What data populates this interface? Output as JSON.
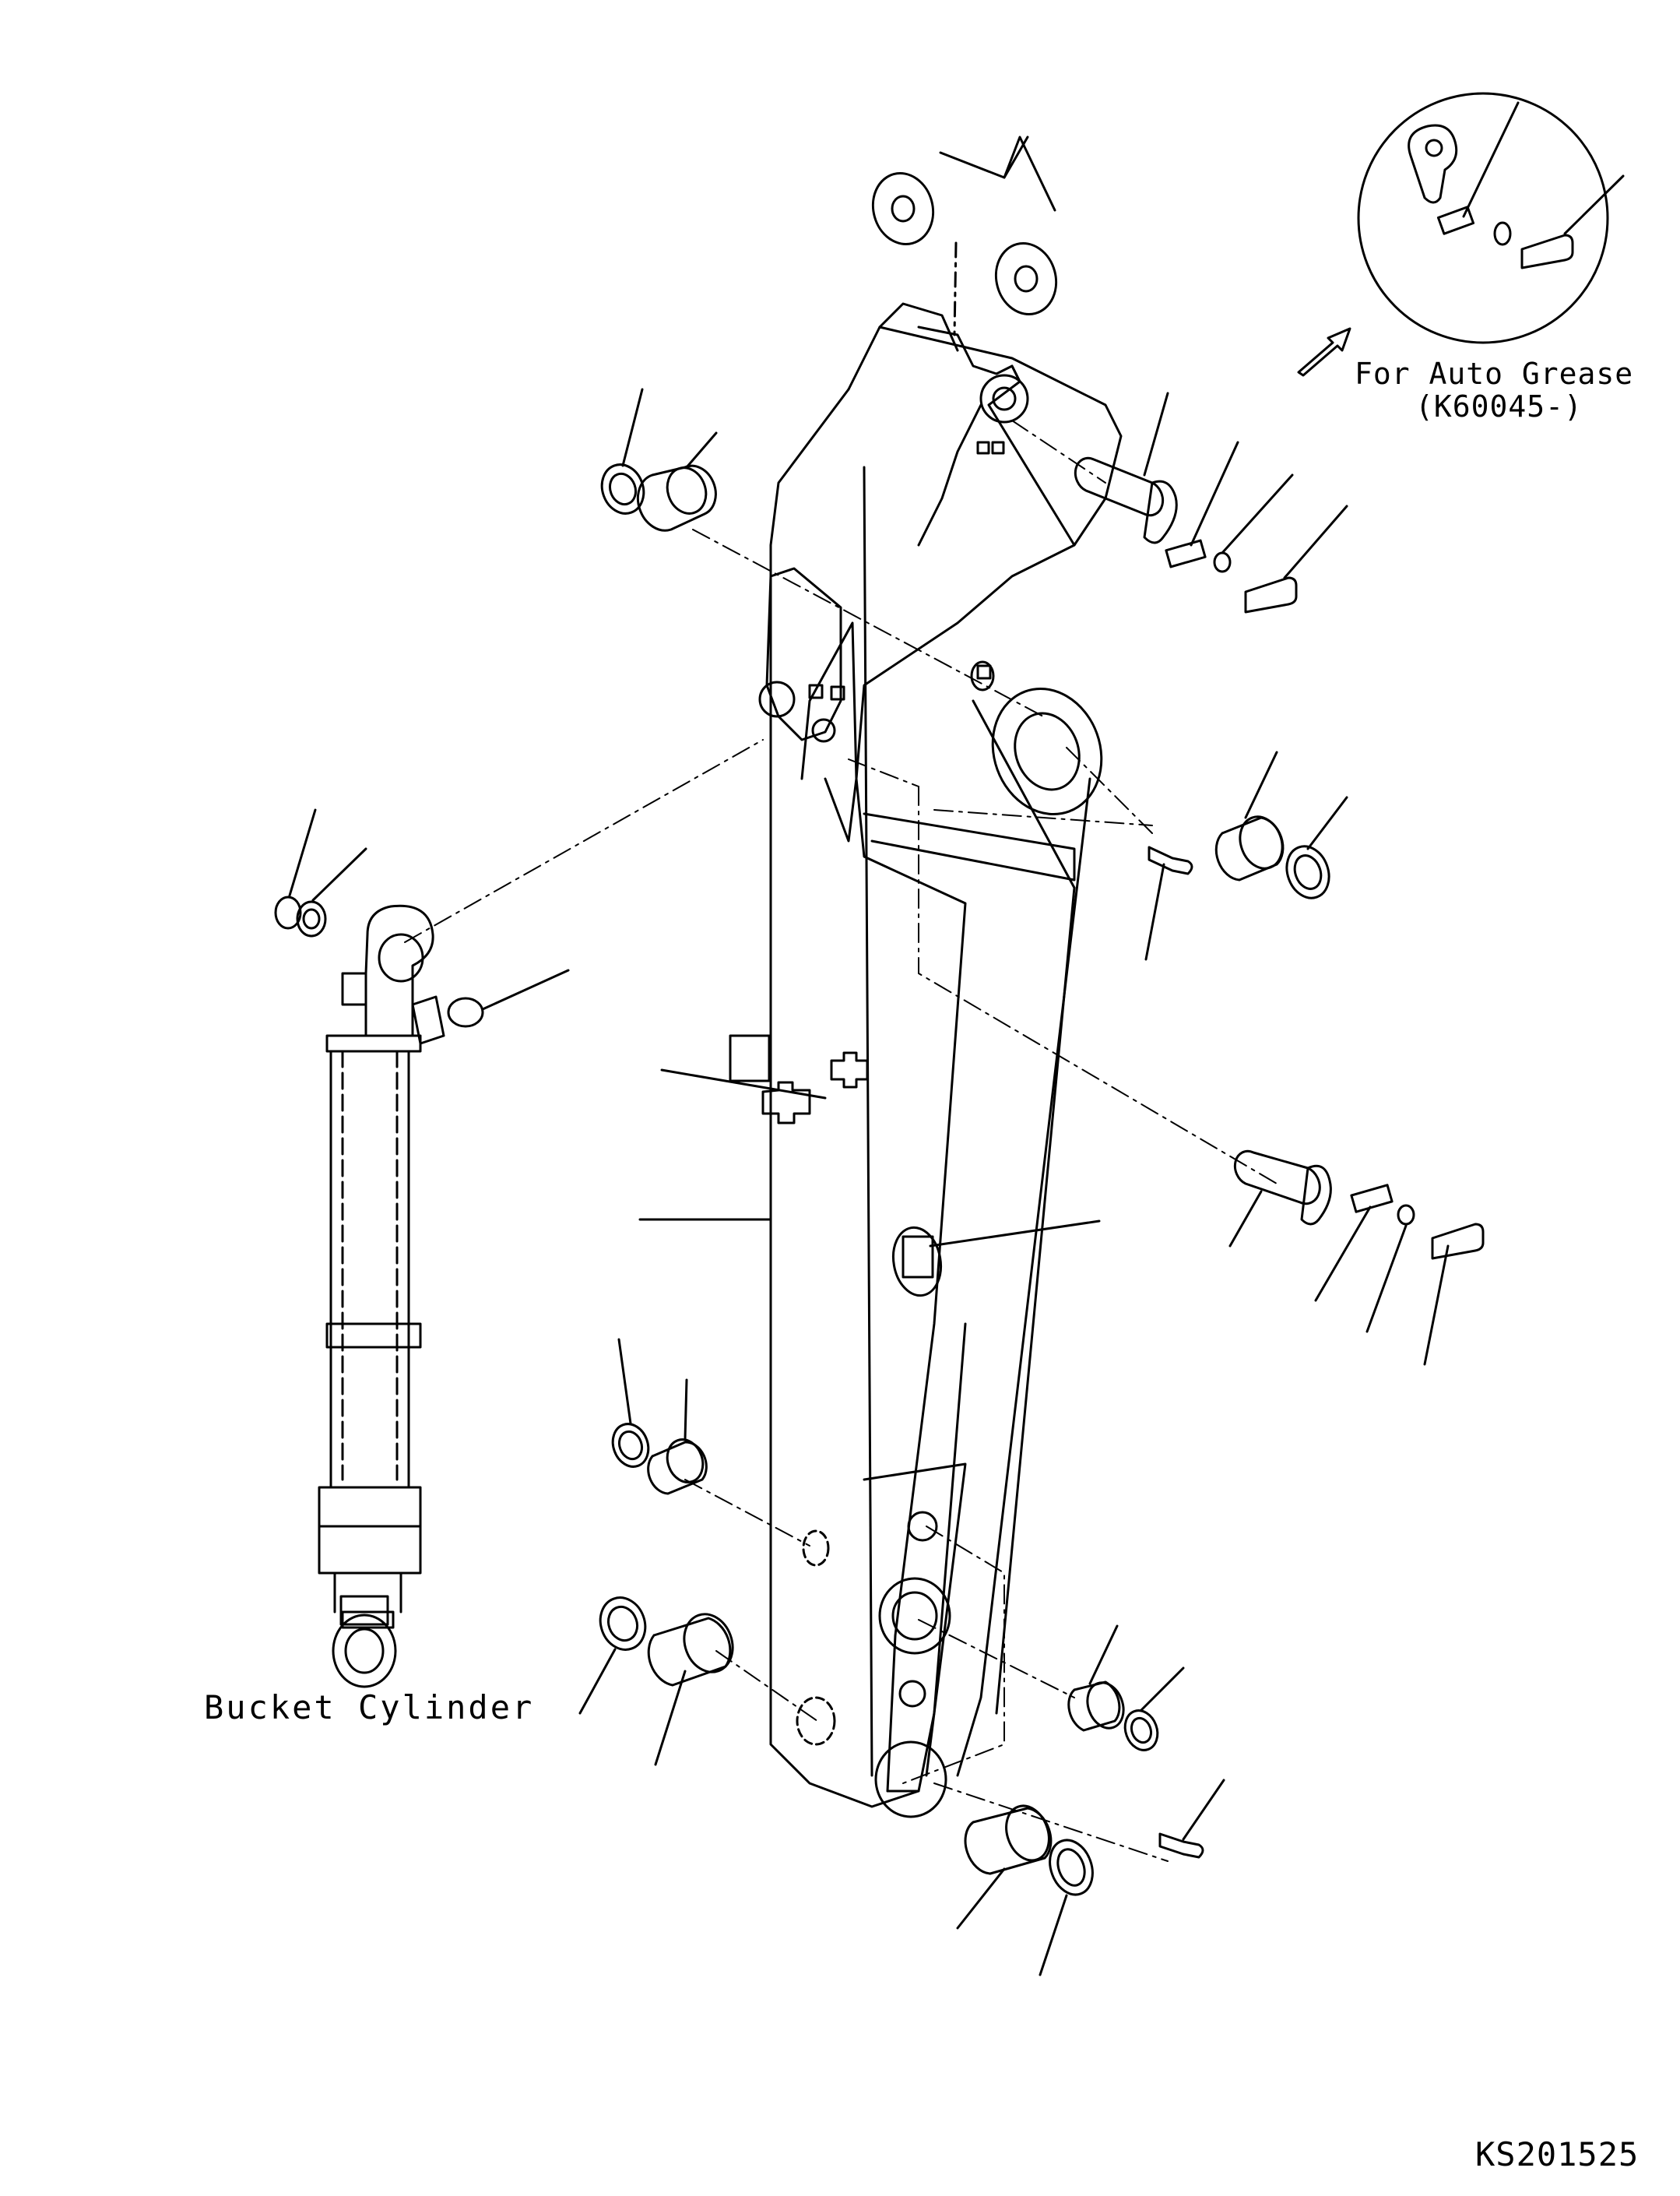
{
  "labels": {
    "auto_grease_line1": "For Auto Grease",
    "auto_grease_line2": "(K60045-)",
    "bucket_cylinder": "Bucket Cylinder",
    "drawing_code": "KS201525"
  },
  "colors": {
    "line": "#000000",
    "background": "#ffffff"
  }
}
